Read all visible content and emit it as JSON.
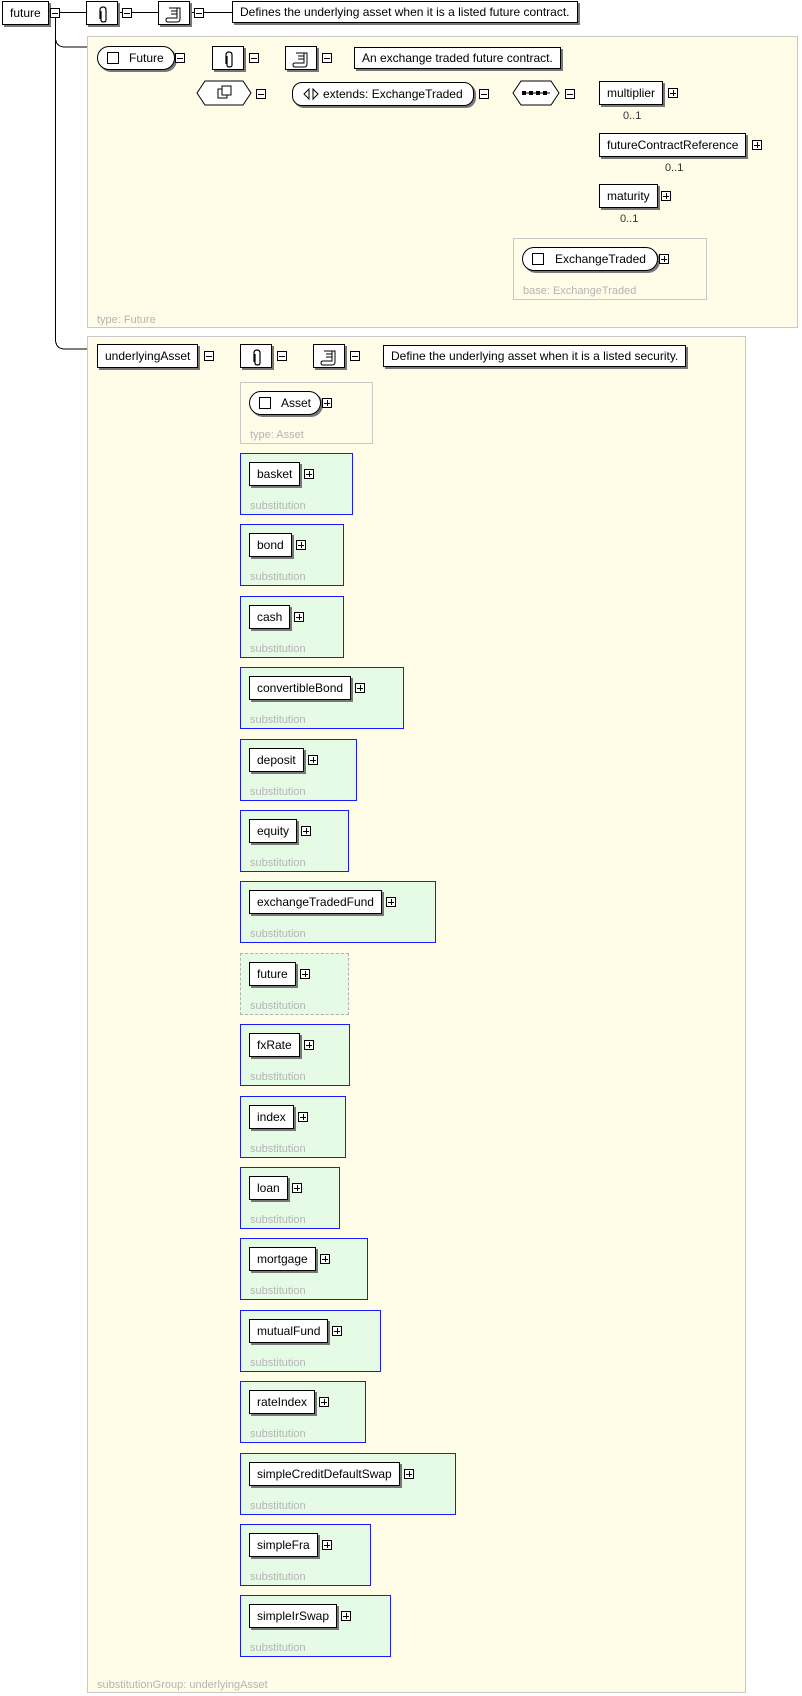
{
  "root": {
    "label": "future",
    "doc": "Defines the underlying asset when it is a listed future contract."
  },
  "future_type": {
    "label": "Future",
    "doc": "An exchange traded future contract.",
    "extends_label": "extends: ExchangeTraded",
    "children": [
      {
        "label": "multiplier",
        "occurs": "0..1"
      },
      {
        "label": "futureContractReference",
        "occurs": "0..1"
      },
      {
        "label": "maturity",
        "occurs": "0..1"
      }
    ],
    "base_type": "ExchangeTraded",
    "base_caption": "base: ExchangeTraded",
    "caption": "type: Future"
  },
  "underlying": {
    "label": "underlyingAsset",
    "doc": "Define the underlying asset when it is a listed security.",
    "head_type": "Asset",
    "head_caption": "type: Asset",
    "substitution_caption": "substitution",
    "group_caption": "substitutionGroup: underlyingAsset",
    "substitutions": [
      {
        "label": "basket"
      },
      {
        "label": "bond"
      },
      {
        "label": "cash"
      },
      {
        "label": "convertibleBond"
      },
      {
        "label": "deposit"
      },
      {
        "label": "equity"
      },
      {
        "label": "exchangeTradedFund"
      },
      {
        "label": "future",
        "recursive": true
      },
      {
        "label": "fxRate"
      },
      {
        "label": "index"
      },
      {
        "label": "loan"
      },
      {
        "label": "mortgage"
      },
      {
        "label": "mutualFund"
      },
      {
        "label": "rateIndex"
      },
      {
        "label": "simpleCreditDefaultSwap"
      },
      {
        "label": "simpleFra"
      },
      {
        "label": "simpleIrSwap"
      }
    ]
  },
  "icons": {
    "annotation": "paperclip-icon",
    "documentation": "scroll-icon",
    "sequence": "sequence-icon",
    "choice": "choice-icon",
    "complex_type": "checkbox-icon",
    "toggle_expand": "plus-box-icon",
    "toggle_collapse": "minus-box-icon"
  },
  "colors": {
    "panel_fill": "#fffde7",
    "substitution_fill": "#e6fbe6",
    "substitution_border": "#1a1aff",
    "caption": "#b4b4b4"
  }
}
